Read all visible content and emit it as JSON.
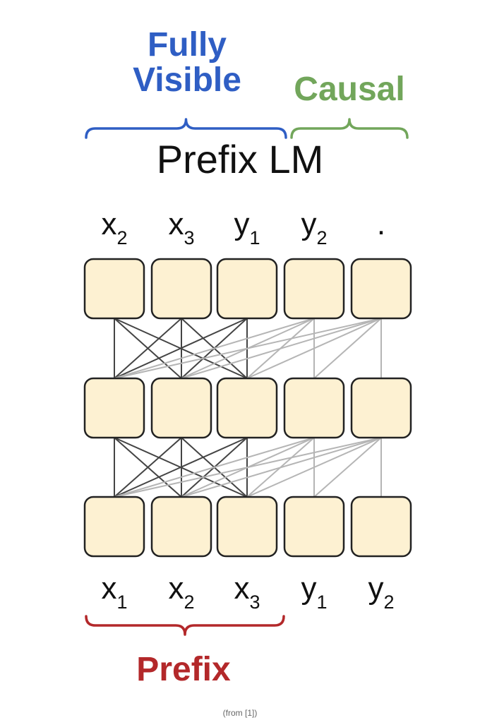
{
  "labels": {
    "fully_visible": "Fully\nVisible",
    "causal": "Causal",
    "title": "Prefix LM",
    "prefix": "Prefix",
    "caption": "(from [1])"
  },
  "colors": {
    "fully_visible": "#2f5ec4",
    "causal": "#72a65b",
    "prefix": "#b3282a",
    "box_fill": "#fdf1d2",
    "box_stroke": "#222222",
    "dark_edge": "#444444",
    "light_edge": "#b5b5b5"
  },
  "outputs": [
    {
      "base": "x",
      "sub": "2"
    },
    {
      "base": "x",
      "sub": "3"
    },
    {
      "base": "y",
      "sub": "1"
    },
    {
      "base": "y",
      "sub": "2"
    },
    {
      "base": ".",
      "sub": ""
    }
  ],
  "inputs": [
    {
      "base": "x",
      "sub": "1"
    },
    {
      "base": "x",
      "sub": "2"
    },
    {
      "base": "x",
      "sub": "3"
    },
    {
      "base": "y",
      "sub": "1"
    },
    {
      "base": "y",
      "sub": "2"
    }
  ],
  "attention": {
    "prefix_length": 3,
    "num_layers": 3,
    "num_positions": 5
  }
}
